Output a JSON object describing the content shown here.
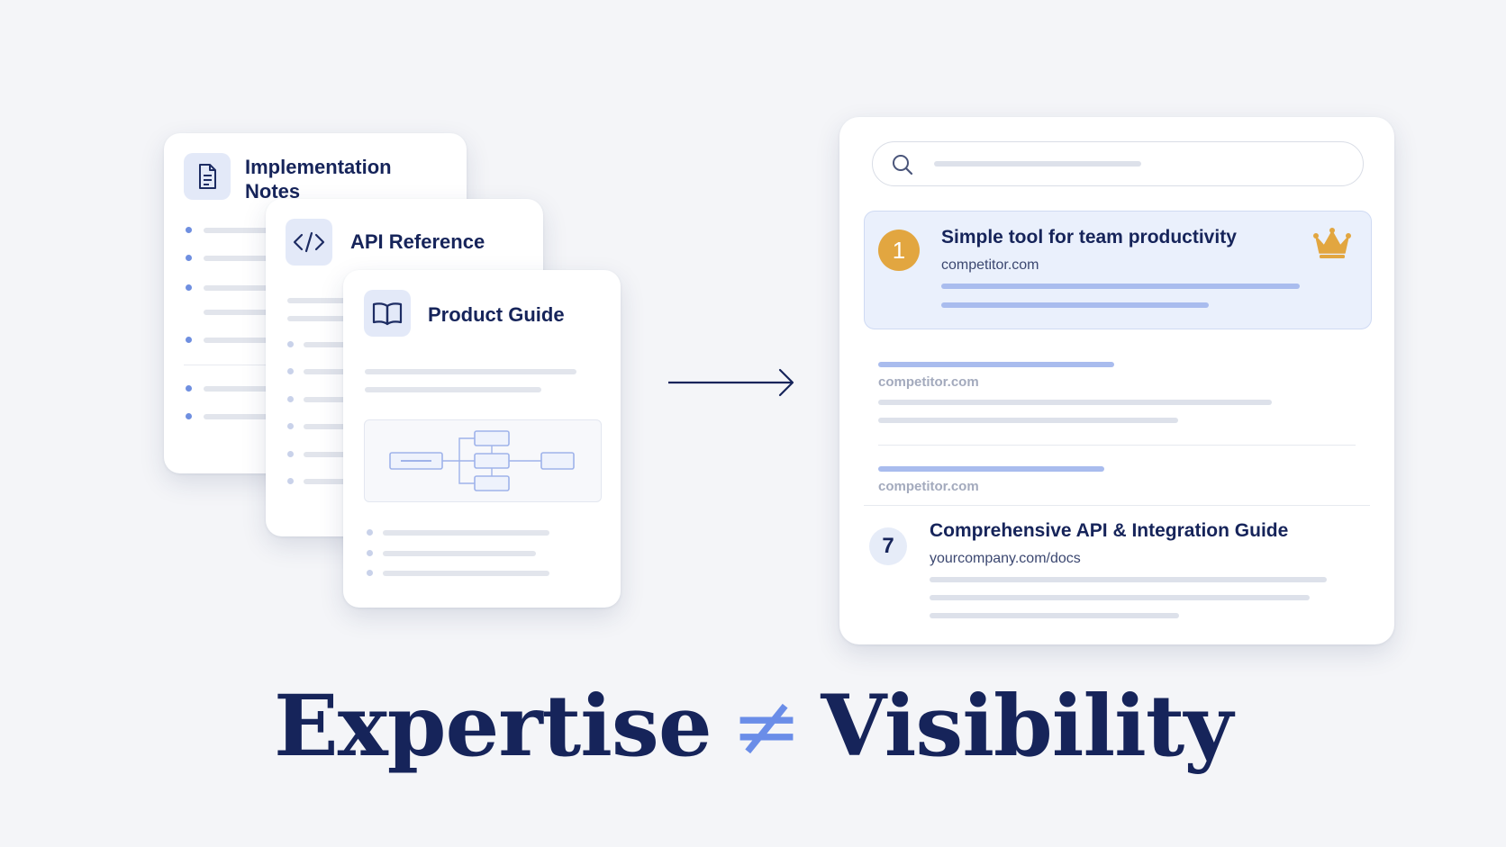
{
  "docs": [
    {
      "title": "Implementation Notes",
      "icon": "document-icon"
    },
    {
      "title": "API Reference",
      "icon": "code-icon"
    },
    {
      "title": "Product Guide",
      "icon": "book-icon"
    }
  ],
  "search_results": {
    "top": {
      "rank": "1",
      "title": "Simple tool for team productivity",
      "url": "competitor.com",
      "badge_icon": "crown-icon"
    },
    "others": [
      {
        "url": "competitor.com"
      },
      {
        "url": "competitor.com"
      }
    ],
    "own": {
      "rank": "7",
      "title": "Comprehensive API & Integration Guide",
      "url": "yourcompany.com/docs"
    }
  },
  "headline": {
    "left": "Expertise",
    "symbol": "≠",
    "right": "Visibility"
  },
  "colors": {
    "navy": "#16245a",
    "accent": "#6a8de8",
    "gold": "#e2a640",
    "highlight": "#eaf0fc"
  }
}
